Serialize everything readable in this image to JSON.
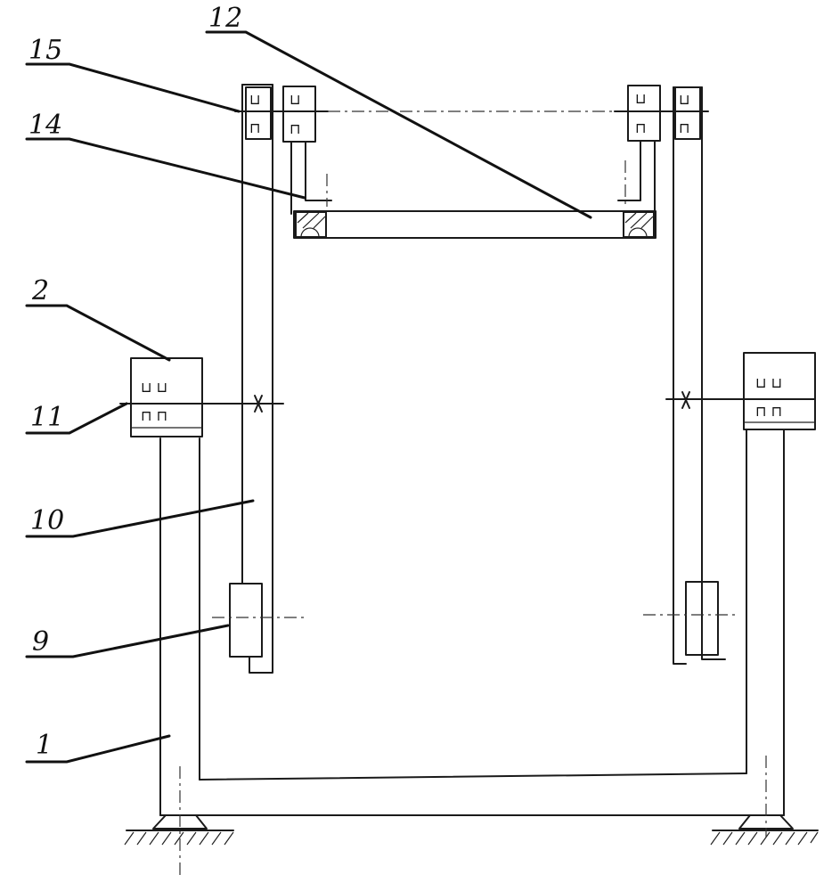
{
  "labels": {
    "l15": "15",
    "l14": "14",
    "l12": "12",
    "l2": "2",
    "l11": "11",
    "l10": "10",
    "l9": "9",
    "l1": "1"
  }
}
